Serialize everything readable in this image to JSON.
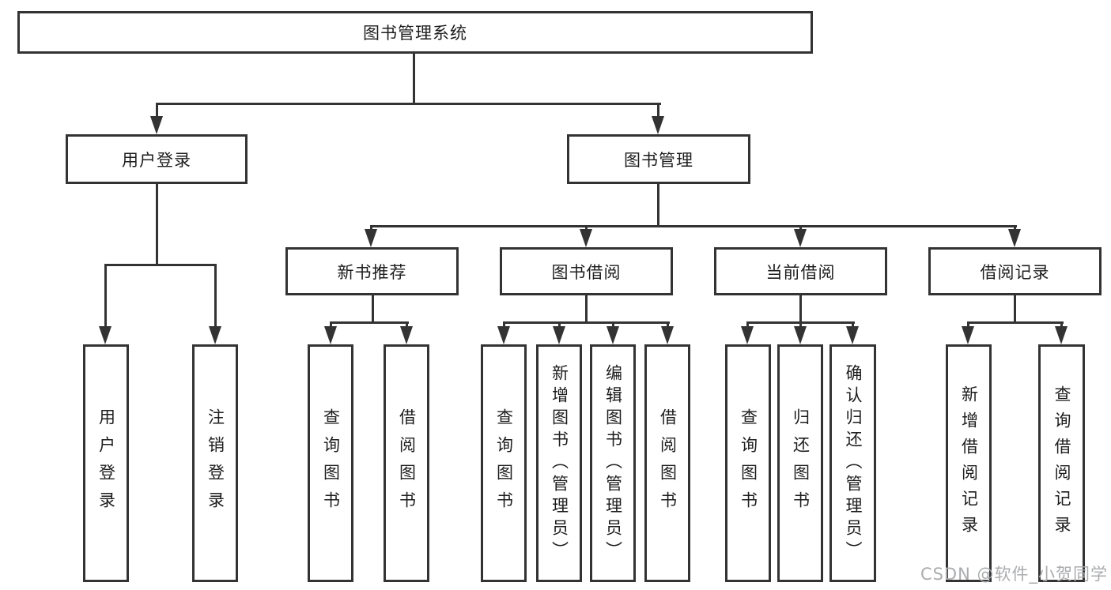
{
  "title": "图书管理系统",
  "tree": {
    "root": "图书管理系统",
    "branches": [
      {
        "label": "用户登录",
        "children": [
          "用户登录",
          "注销登录"
        ]
      },
      {
        "label": "图书管理",
        "children": [
          {
            "label": "新书推荐",
            "children": [
              "查询图书",
              "借阅图书"
            ]
          },
          {
            "label": "图书借阅",
            "children": [
              "查询图书",
              "新增图书（管理员）",
              "编辑图书（管理员）",
              "借阅图书"
            ]
          },
          {
            "label": "当前借阅",
            "children": [
              "查询图书",
              "归还图书",
              "确认归还（管理员）"
            ]
          },
          {
            "label": "借阅记录",
            "children": [
              "新增借阅记录",
              "查询借阅记录"
            ]
          }
        ]
      }
    ]
  },
  "watermark": "CSDN @软件_小贺同学",
  "colors": {
    "line": "#333333",
    "text": "#1d1d1d",
    "background": "#ffffff",
    "watermark": "#aaacae"
  }
}
